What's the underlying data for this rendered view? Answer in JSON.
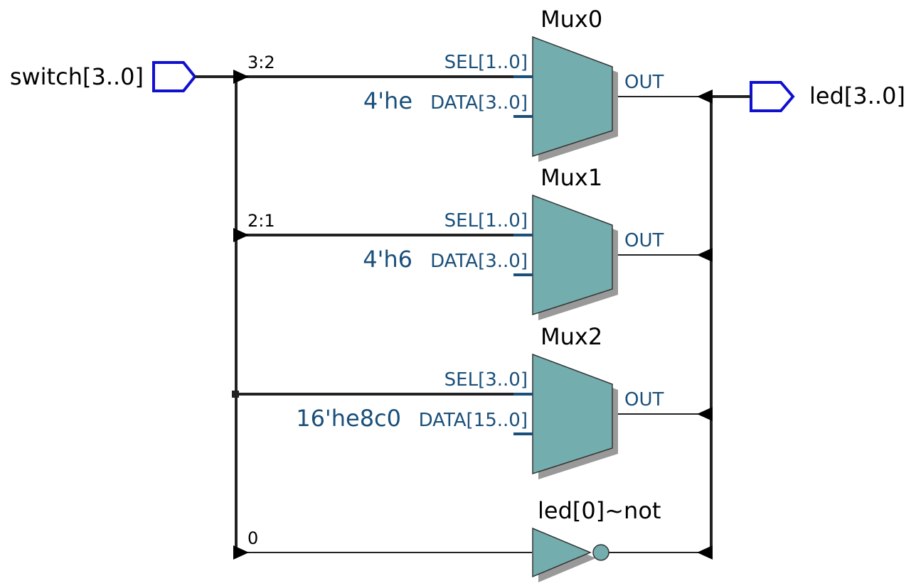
{
  "input_port": {
    "label": "switch[3..0]"
  },
  "output_port": {
    "label": "led[3..0]"
  },
  "muxes": [
    {
      "name": "Mux0",
      "sel_label": "SEL[1..0]",
      "const": "4'he",
      "data_label": "DATA[3..0]",
      "out_label": "OUT",
      "slice": "3:2"
    },
    {
      "name": "Mux1",
      "sel_label": "SEL[1..0]",
      "const": "4'h6",
      "data_label": "DATA[3..0]",
      "out_label": "OUT",
      "slice": "2:1"
    },
    {
      "name": "Mux2",
      "sel_label": "SEL[3..0]",
      "const": "16'he8c0",
      "data_label": "DATA[15..0]",
      "out_label": "OUT",
      "slice": ""
    }
  ],
  "inverter": {
    "name": "led[0]~not",
    "slice": "0"
  },
  "colors": {
    "mux_fill": "#74adad",
    "port_stroke": "#1010d0",
    "pin_text": "#1a4f7a",
    "wire": "#222222"
  }
}
